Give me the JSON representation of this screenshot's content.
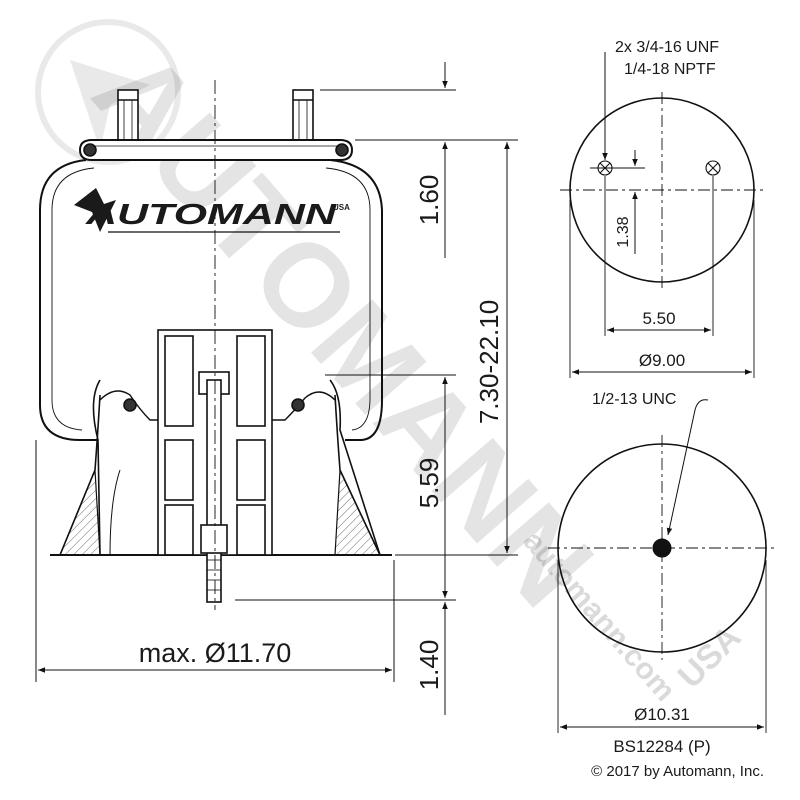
{
  "brand": {
    "logo_text": "AUTOMANN",
    "logo_mark": "USA",
    "watermark_text": "AUTOMANN",
    "watermark_mark": "USA",
    "watermark_url": "automann.com"
  },
  "side_view": {
    "height_top": "1.60",
    "height_range": "7.30-22.10",
    "height_lower": "5.59",
    "height_bottom": "1.40",
    "max_diameter": "max. Ø11.70"
  },
  "top_plate": {
    "thread_callout_line1": "2x 3/4-16 UNF",
    "thread_callout_line2": "1/4-18 NPTF",
    "offset": "1.38",
    "stud_spacing": "5.50",
    "diameter": "Ø9.00"
  },
  "bottom_plate": {
    "thread_callout": "1/2-13 UNC",
    "diameter": "Ø10.31"
  },
  "part_number": "BS12284 (P)",
  "copyright": "© 2017 by Automann, Inc."
}
